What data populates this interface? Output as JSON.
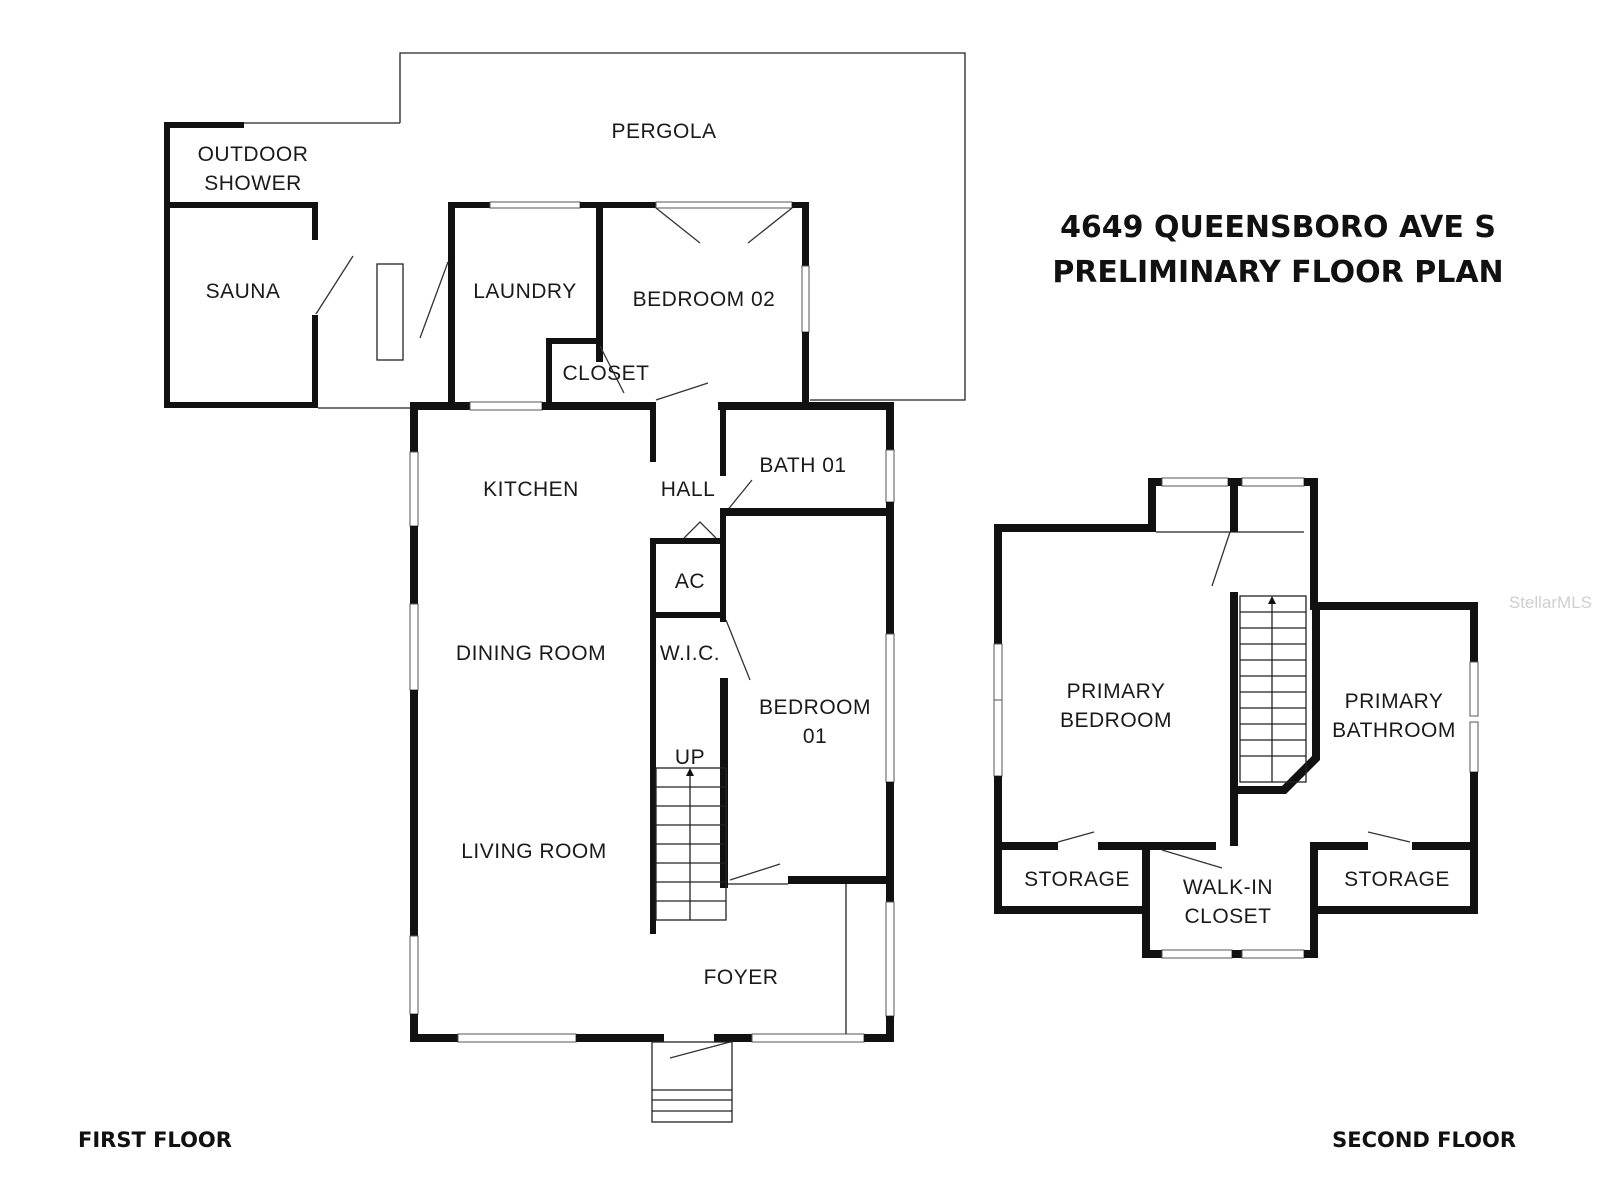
{
  "title": {
    "line1": "4649 QUEENSBORO AVE S",
    "line2": "PRELIMINARY FLOOR PLAN"
  },
  "watermark": "StellarMLS",
  "first_floor": {
    "label": "FIRST FLOOR",
    "rooms": {
      "pergola": "PERGOLA",
      "outdoor_shower_1": "OUTDOOR",
      "outdoor_shower_2": "SHOWER",
      "sauna": "SAUNA",
      "laundry": "LAUNDRY",
      "bedroom02": "BEDROOM 02",
      "closet": "CLOSET",
      "kitchen": "KITCHEN",
      "hall": "HALL",
      "bath01": "BATH 01",
      "ac": "AC",
      "dining": "DINING ROOM",
      "wic": "W.I.C.",
      "bedroom01_1": "BEDROOM",
      "bedroom01_2": "01",
      "up": "UP",
      "living": "LIVING ROOM",
      "foyer": "FOYER"
    }
  },
  "second_floor": {
    "label": "SECOND FLOOR",
    "rooms": {
      "primary_bed_1": "PRIMARY",
      "primary_bed_2": "BEDROOM",
      "primary_bath_1": "PRIMARY",
      "primary_bath_2": "BATHROOM",
      "storage_left": "STORAGE",
      "walkin_1": "WALK-IN",
      "walkin_2": "CLOSET",
      "storage_right": "STORAGE"
    }
  },
  "colors": {
    "wall": "#111111",
    "background": "#ffffff"
  }
}
